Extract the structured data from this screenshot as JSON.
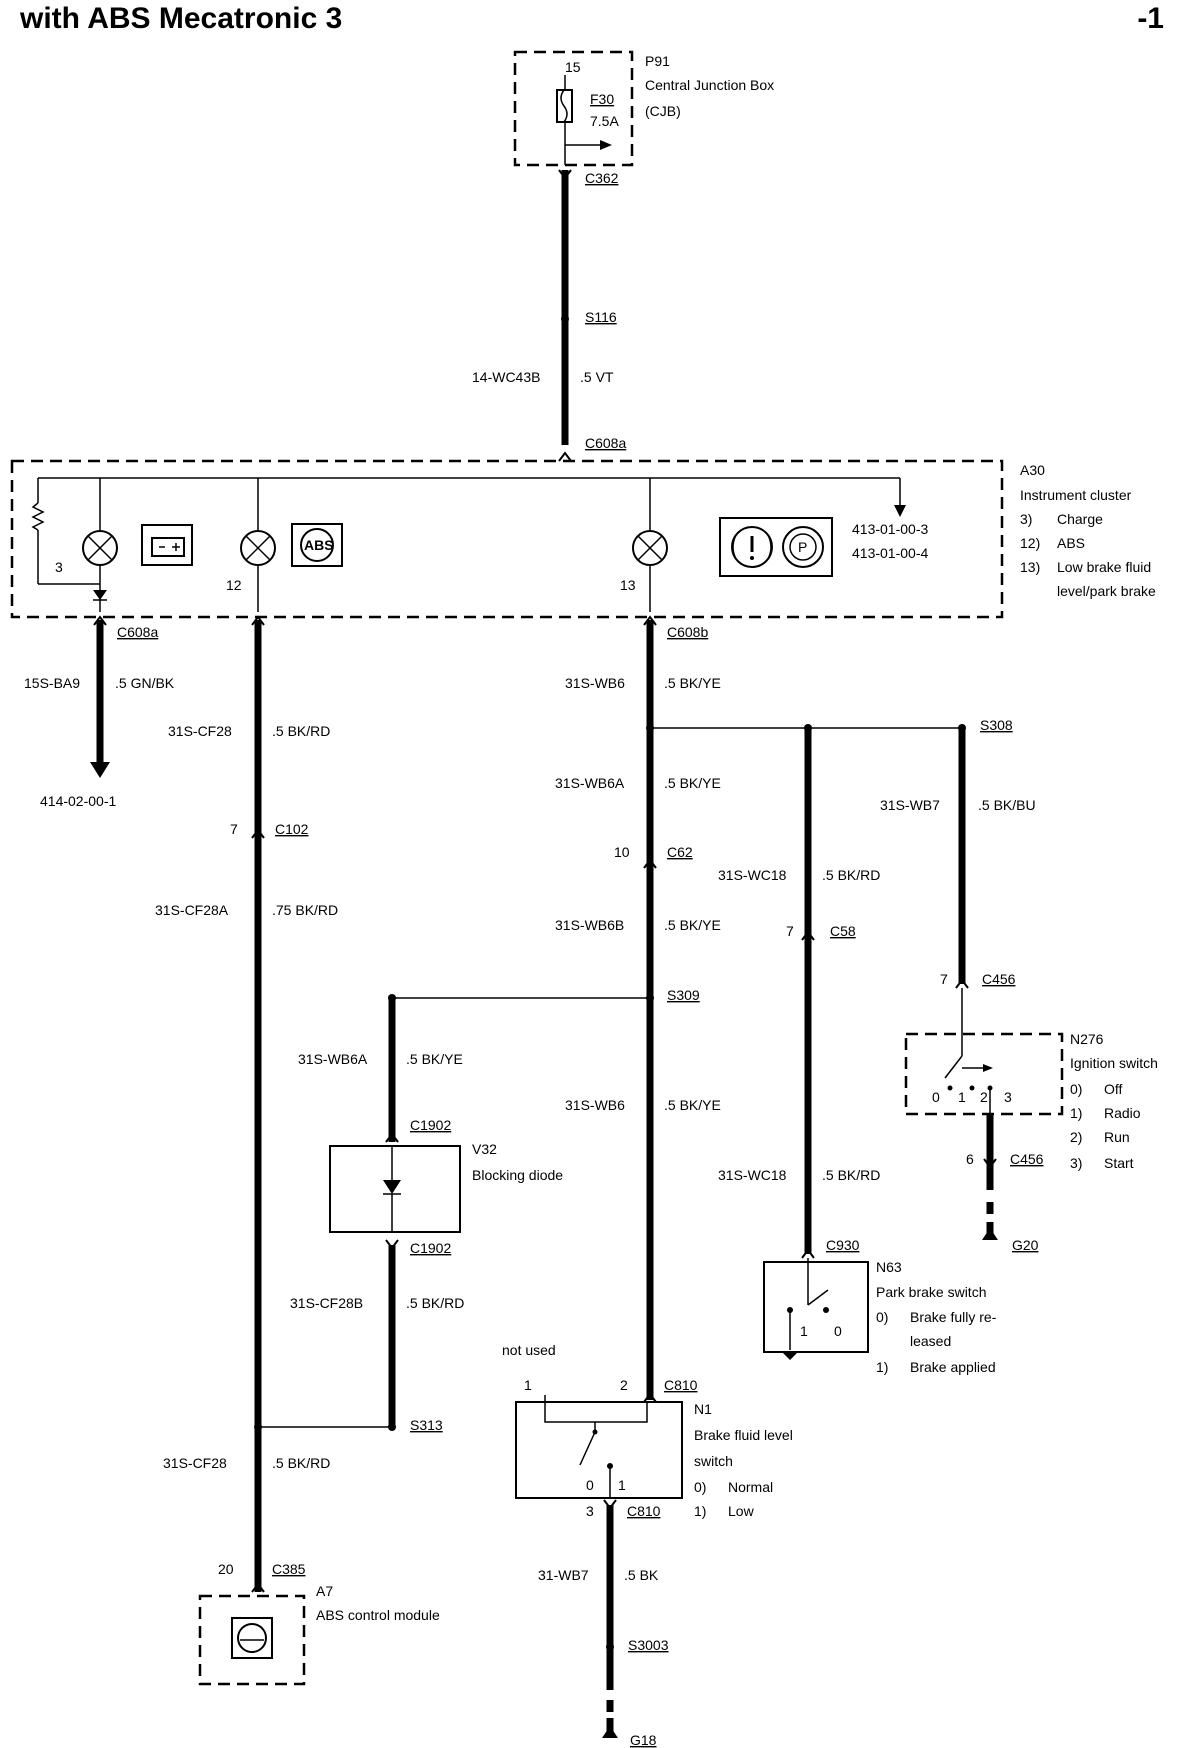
{
  "header": {
    "title": "with ABS Mecatronic 3",
    "page": "-1"
  },
  "components": {
    "cjb": {
      "ref": "P91",
      "name": "Central Junction Box",
      "abbr": "(CJB)",
      "pin": "15",
      "fuse": "F30",
      "rating": "7.5A"
    },
    "cluster": {
      "ref": "A30",
      "name": "Instrument cluster",
      "legend": [
        {
          "num": "3)",
          "text": "Charge"
        },
        {
          "num": "12)",
          "text": "ABS"
        },
        {
          "num": "13)",
          "text": "Low brake fluid"
        },
        {
          "num": "",
          "text": "level/park brake"
        }
      ],
      "pins": {
        "charge": "3",
        "abs": "12",
        "brake": "13"
      },
      "refs": [
        "413-01-00-3",
        "413-01-00-4"
      ],
      "abs_symbol": "ABS",
      "park_symbol": "P"
    },
    "ignition": {
      "ref": "N276",
      "name": "Ignition switch",
      "legend": [
        {
          "num": "0)",
          "text": "Off"
        },
        {
          "num": "1)",
          "text": "Radio"
        },
        {
          "num": "2)",
          "text": "Run"
        },
        {
          "num": "3)",
          "text": "Start"
        }
      ],
      "positions": [
        "0",
        "1",
        "2",
        "3"
      ]
    },
    "diode": {
      "ref": "V32",
      "name": "Blocking diode"
    },
    "park_switch": {
      "ref": "N63",
      "name": "Park brake switch",
      "legend": [
        {
          "num": "0)",
          "text": "Brake fully re-"
        },
        {
          "num": "",
          "text": "leased"
        },
        {
          "num": "1)",
          "text": "Brake applied"
        }
      ],
      "positions": [
        "1",
        "0"
      ]
    },
    "fluid_switch": {
      "ref": "N1",
      "name1": "Brake fluid level",
      "name2": "switch",
      "legend": [
        {
          "num": "0)",
          "text": "Normal"
        },
        {
          "num": "1)",
          "text": "Low"
        }
      ],
      "not_used": "not used",
      "pins_top": [
        "1",
        "2"
      ],
      "positions": [
        "0",
        "1"
      ],
      "pin_bottom": "3"
    },
    "abs_module": {
      "ref": "A7",
      "name": "ABS control module"
    }
  },
  "connectors": {
    "c362": "C362",
    "s116": "S116",
    "c608a_top": "C608a",
    "c608a": "C608a",
    "c608b": "C608b",
    "s308": "S308",
    "c102": "C102",
    "c102_pin": "7",
    "c62": "C62",
    "c62_pin": "10",
    "c58": "C58",
    "c58_pin": "7",
    "c456a": "C456",
    "c456a_pin": "7",
    "c456b": "C456",
    "c456b_pin": "6",
    "s309": "S309",
    "c1902a": "C1902",
    "c1902b": "C1902",
    "c930": "C930",
    "s313": "S313",
    "c810a": "C810",
    "c810b": "C810",
    "c385": "C385",
    "c385_pin": "20",
    "s3003": "S3003",
    "g20": "G20",
    "g18": "G18",
    "ref_414": "414-02-00-1"
  },
  "wires": {
    "w1": {
      "circuit": "14-WC43B",
      "spec": ".5 VT"
    },
    "w2": {
      "circuit": "15S-BA9",
      "spec": ".5 GN/BK"
    },
    "w3": {
      "circuit": "31S-CF28",
      "spec": ".5 BK/RD"
    },
    "w4": {
      "circuit": "31S-WB6",
      "spec": ".5 BK/YE"
    },
    "w5": {
      "circuit": "31S-WB6A",
      "spec": ".5 BK/YE"
    },
    "w6": {
      "circuit": "31S-WB7",
      "spec": ".5 BK/BU"
    },
    "w7": {
      "circuit": "31S-WC18",
      "spec": ".5 BK/RD"
    },
    "w8": {
      "circuit": "31S-CF28A",
      "spec": ".75 BK/RD"
    },
    "w9": {
      "circuit": "31S-WB6B",
      "spec": ".5 BK/YE"
    },
    "w10": {
      "circuit": "31S-WB6A",
      "spec": ".5 BK/YE"
    },
    "w11": {
      "circuit": "31S-WB6",
      "spec": ".5 BK/YE"
    },
    "w12": {
      "circuit": "31S-WC18",
      "spec": ".5 BK/RD"
    },
    "w13": {
      "circuit": "31S-CF28B",
      "spec": ".5 BK/RD"
    },
    "w14": {
      "circuit": "31S-CF28",
      "spec": ".5 BK/RD"
    },
    "w15": {
      "circuit": "31-WB7",
      "spec": ".5 BK"
    }
  }
}
